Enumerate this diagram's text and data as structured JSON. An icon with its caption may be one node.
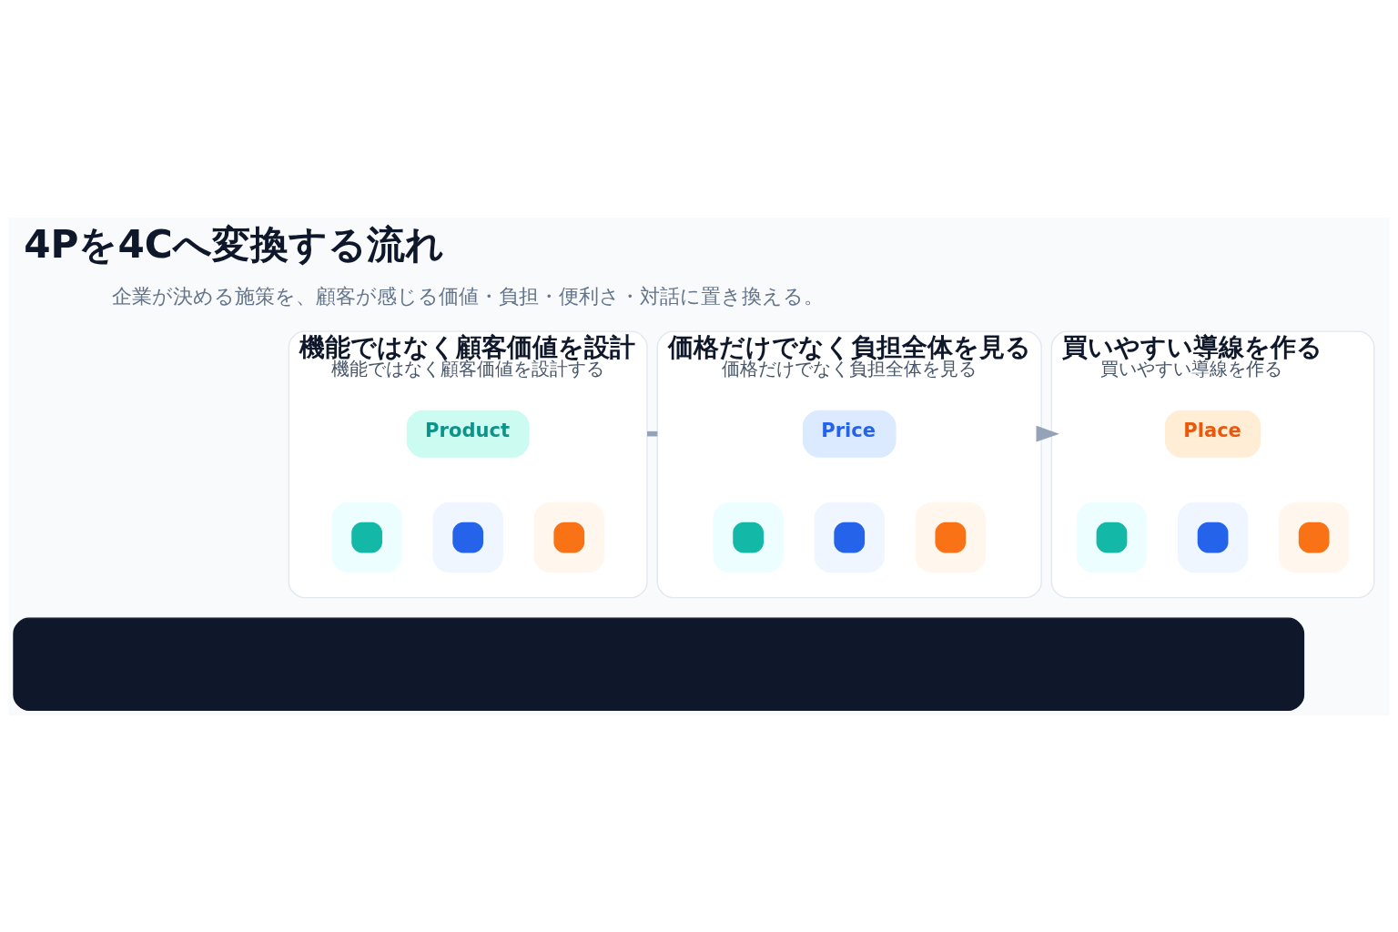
{
  "diagram": {
    "title": "4Pを4Cへ変換する流れ",
    "nodes": [
      {
        "text": [
          "機能ではなく顧客価値を設計",
          "機能ではなく顧客価値を設計する"
        ]
      },
      {
        "text": [
          "Product"
        ],
        "in": 0
      },
      {
        "text": [],
        "shape": "box",
        "in": 0
      },
      {
        "text": [],
        "shape": "box",
        "in": 0
      },
      {
        "text": [],
        "shape": "box",
        "in": 0
      },
      {
        "text": [
          "価格だけでなく負担全体を見る",
          "価格だけでなく負担全体を見る"
        ]
      },
      {
        "text": [
          "Price"
        ],
        "in": 5
      },
      {
        "text": [],
        "shape": "box",
        "in": 5
      },
      {
        "text": [],
        "shape": "box",
        "in": 5
      },
      {
        "text": [],
        "shape": "box",
        "in": 5
      },
      {
        "text": [
          "買いやすい導線を作る",
          "買いやすい導線を作る"
        ]
      },
      {
        "text": [
          "Place"
        ],
        "in": 10
      },
      {
        "text": [],
        "shape": "box",
        "in": 10
      },
      {
        "text": [],
        "shape": "box",
        "in": 10
      },
      {
        "text": [],
        "shape": "box",
        "in": 10
      },
      {
        "text": [],
        "shape": "bar"
      }
    ],
    "edges": [
      {
        "from": 0,
        "to": 5,
        "arrow": "none"
      },
      {
        "from": 5,
        "to": 10,
        "arrow": "to"
      }
    ],
    "labels": [
      "企業が決める施策を、顧客が感じる価値・負担・便利さ・対話に置き換える。"
    ]
  }
}
